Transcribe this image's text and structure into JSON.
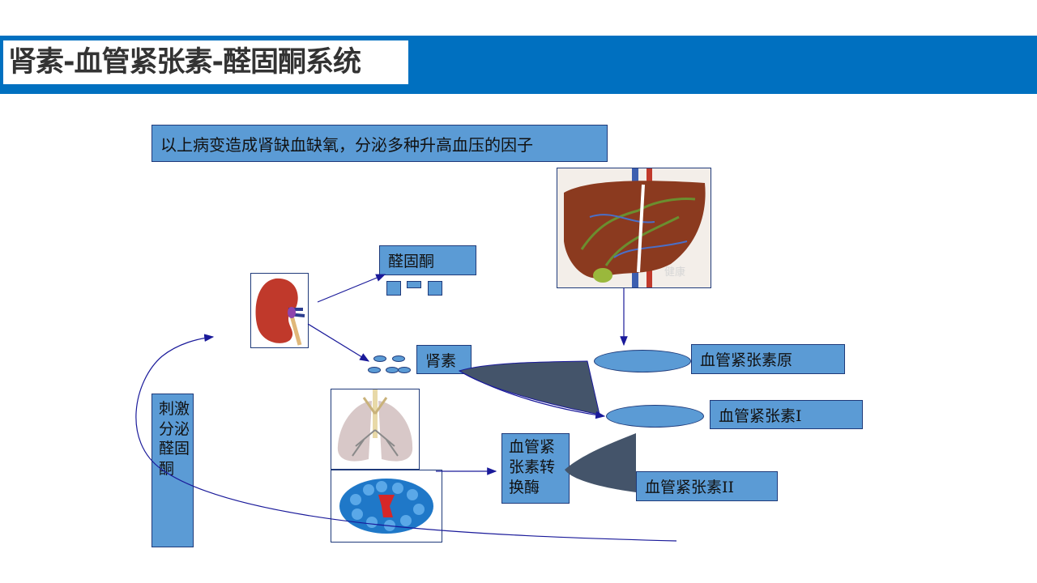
{
  "slide": {
    "title": "肾素-血管紧张素-醛固酮系统",
    "intro": "以上病变造成肾缺血缺氧，分泌多种升高血压的因子",
    "labels": {
      "aldosterone": "醛固酮",
      "renin": "肾素",
      "angiotensinogen": "血管紧张素原",
      "angiotensin_1": "血管紧张素I",
      "angiotensin_2": "血管紧张素II",
      "ace_line1": "血管紧",
      "ace_line2": "张素转",
      "ace_line3": "换酶",
      "stimulate": "刺激分泌醛固酮"
    },
    "image_watermark": "健康"
  },
  "colors": {
    "banner": "#0070c0",
    "box_fill": "#5b9bd5",
    "box_border": "#1f3a7a",
    "arrow": "#1a1a9a",
    "shape_dark": "#44546a"
  },
  "icons": {
    "kidney": "kidney-illustration",
    "liver": "liver-illustration",
    "lungs": "lungs-illustration",
    "enzyme": "enzyme-molecule-illustration"
  }
}
